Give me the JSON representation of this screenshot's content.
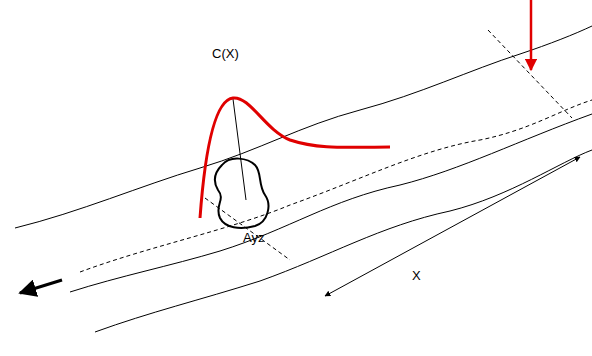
{
  "diagram": {
    "labels": [
      "C(X)",
      "Ayz",
      "X"
    ]
  }
}
